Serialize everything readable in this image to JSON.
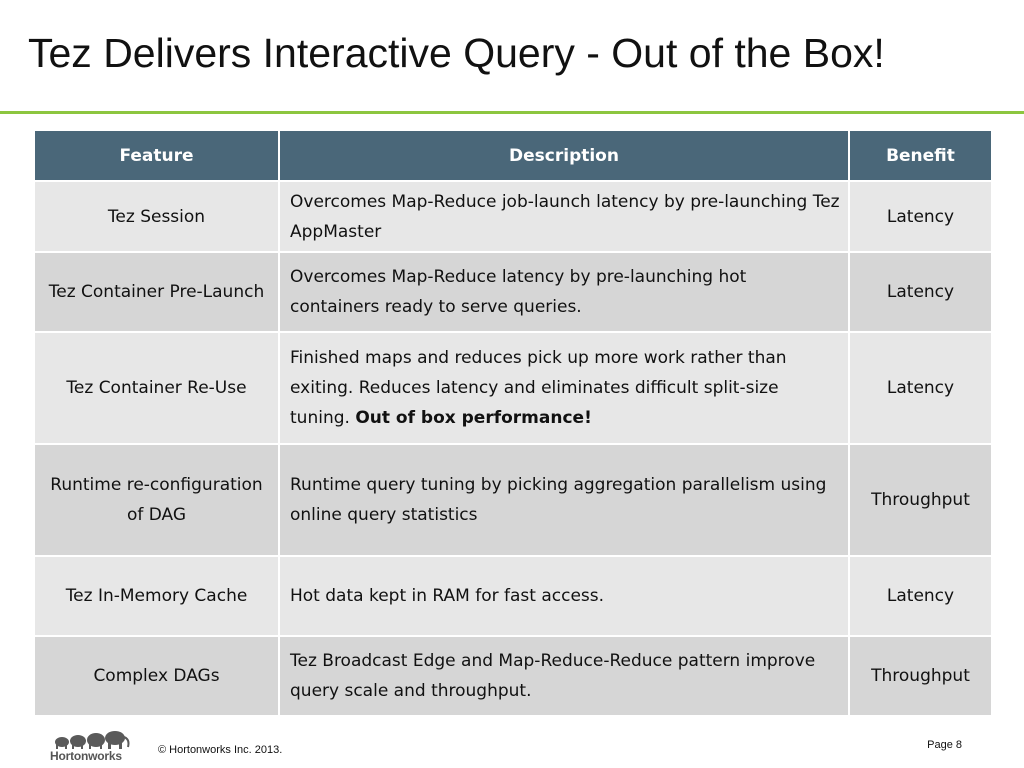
{
  "slide": {
    "title": "Tez Delivers Interactive Query - Out of the Box!"
  },
  "table": {
    "headers": [
      "Feature",
      "Description",
      "Benefit"
    ],
    "rows": [
      {
        "feature": "Tez Session",
        "description": "Overcomes Map-Reduce job-launch latency by pre-launching Tez AppMaster",
        "description_bold": "",
        "benefit": "Latency"
      },
      {
        "feature": "Tez Container Pre-Launch",
        "description": "Overcomes Map-Reduce latency by pre-launching hot containers ready to serve queries.",
        "description_bold": "",
        "benefit": "Latency"
      },
      {
        "feature": "Tez Container Re-Use",
        "description": "Finished maps and reduces pick up more work rather than exiting. Reduces latency and eliminates difficult split-size tuning. ",
        "description_bold": "Out of box performance!",
        "benefit": "Latency"
      },
      {
        "feature": "Runtime re-configuration of DAG",
        "description": "Runtime query tuning by picking aggregation parallelism using online query statistics",
        "description_bold": "",
        "benefit": "Throughput"
      },
      {
        "feature": "Tez In-Memory Cache",
        "description": "Hot data kept in RAM for fast access.",
        "description_bold": "",
        "benefit": "Latency"
      },
      {
        "feature": "Complex DAGs",
        "description": "Tez Broadcast Edge and Map-Reduce-Reduce pattern improve query scale and throughput.",
        "description_bold": "",
        "benefit": "Throughput"
      }
    ]
  },
  "footer": {
    "logo_text": "Hortonworks",
    "copyright": "© Hortonworks Inc. 2013.",
    "page_label": "Page 8"
  },
  "colors": {
    "header_bg": "#4a6779",
    "accent_rule": "#8cc63f",
    "row_light": "#e7e7e7",
    "row_dark": "#d6d6d6"
  }
}
